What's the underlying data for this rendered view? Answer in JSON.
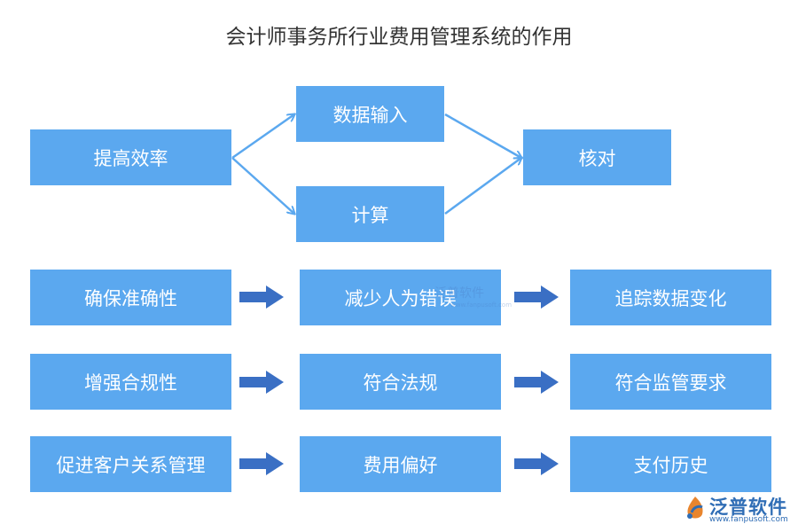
{
  "title": "会计师事务所行业费用管理系统的作用",
  "top_flow": {
    "start": "提高效率",
    "upper": "数据输入",
    "lower": "计算",
    "end": "核对"
  },
  "rows": [
    {
      "left": "确保准确性",
      "mid": "减少人为错误",
      "right": "追踪数据变化"
    },
    {
      "left": "增强合规性",
      "mid": "符合法规",
      "right": "符合监管要求"
    },
    {
      "left": "促进客户关系管理",
      "mid": "费用偏好",
      "right": "支付历史"
    }
  ],
  "watermark": {
    "text": "泛普软件",
    "sub": "www.fanpusoft.com"
  },
  "logo": {
    "text": "泛普软件",
    "url": "www.fanpusoft.com"
  },
  "colors": {
    "box": "#5ba8ef",
    "connector": "#5ba8ef",
    "arrow": "#3a6fc4"
  }
}
